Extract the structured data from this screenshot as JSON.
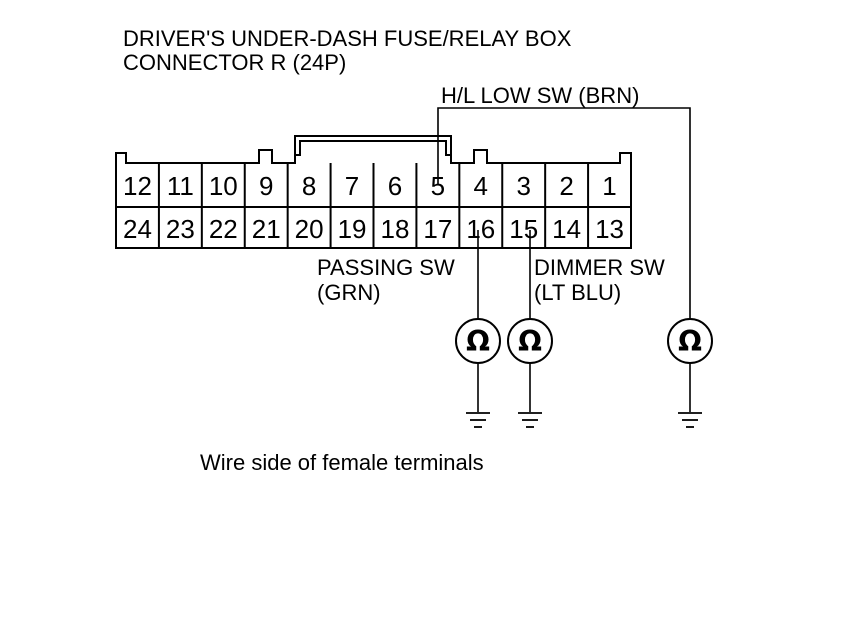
{
  "title": {
    "line1": "DRIVER'S UNDER-DASH FUSE/RELAY BOX",
    "line2": "CONNECTOR R (24P)"
  },
  "connector": {
    "top_row": [
      "12",
      "11",
      "10",
      "9",
      "8",
      "7",
      "6",
      "5",
      "4",
      "3",
      "2",
      "1"
    ],
    "bottom_row": [
      "24",
      "23",
      "22",
      "21",
      "20",
      "19",
      "18",
      "17",
      "16",
      "15",
      "14",
      "13"
    ]
  },
  "labels": {
    "hl_low": "H/L LOW SW (BRN)",
    "passing_l1": "PASSING SW",
    "passing_l2": "(GRN)",
    "dimmer_l1": "DIMMER SW",
    "dimmer_l2": "(LT BLU)",
    "caption": "Wire side of female terminals"
  },
  "meters": [
    {
      "name": "ohmmeter-passing",
      "terminal": "16",
      "symbol": "Ω"
    },
    {
      "name": "ohmmeter-dimmer",
      "terminal": "15",
      "symbol": "Ω"
    },
    {
      "name": "ohmmeter-hl-low",
      "terminal": "5",
      "symbol": "Ω"
    }
  ],
  "colors": {
    "line": "#000000",
    "background": "#ffffff"
  }
}
